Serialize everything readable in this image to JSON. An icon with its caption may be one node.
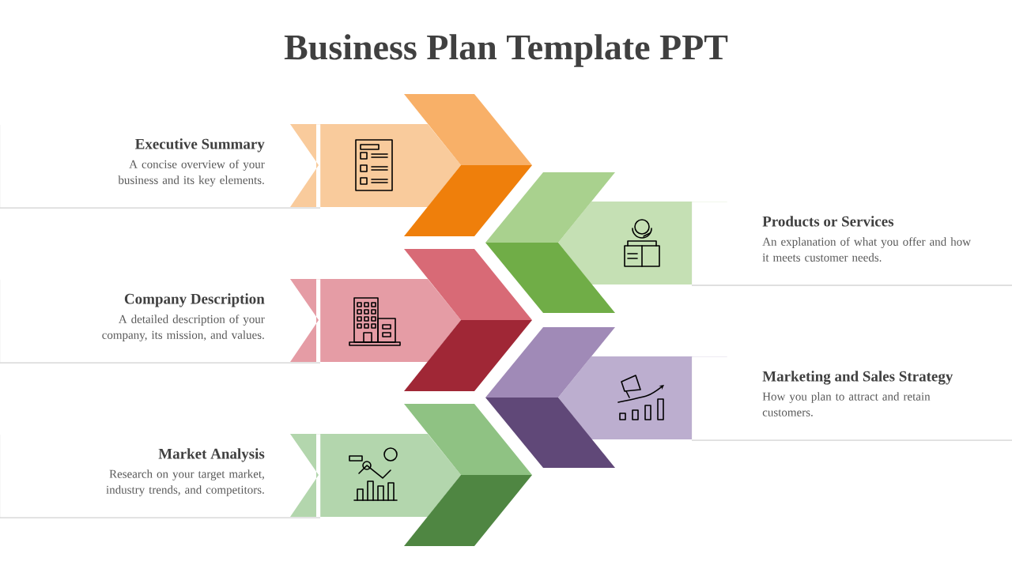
{
  "diagram": {
    "title": "Business Plan Template PPT",
    "nodes": [
      {
        "text": [
          "Executive Summary",
          "A concise overview of your business and its key elements."
        ]
      },
      {
        "text": [
          "Products or Services",
          "An explanation of what you offer and how it meets customer needs."
        ]
      },
      {
        "text": [
          "Company Description",
          "A detailed description of your company, its mission, and values."
        ]
      },
      {
        "text": [
          "Marketing and Sales Strategy",
          "How you plan to attract and retain customers."
        ]
      },
      {
        "text": [
          "Market Analysis",
          "Research on your target market, industry trends, and competitors."
        ]
      }
    ]
  }
}
